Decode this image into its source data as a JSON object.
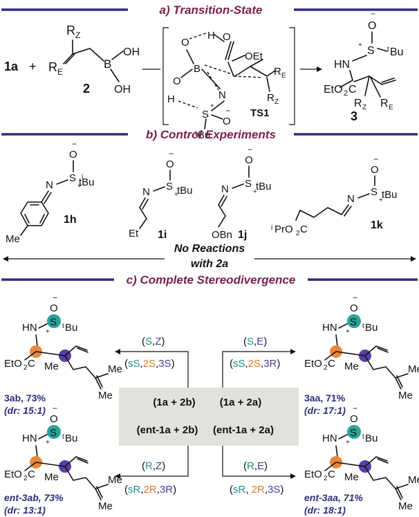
{
  "headers": {
    "a": "a) Transition-State",
    "b": "b) Control Experiments",
    "c": "c) Complete Stereodivergence"
  },
  "section_a": {
    "reactant_1": "1a",
    "plus": "+",
    "reactant_2_label": "2",
    "ts_label": "TS1",
    "product_label": "3",
    "groups": {
      "rz": "R",
      "rz_sub": "Z",
      "re": "R",
      "re_sub": "E",
      "oet": "OEt",
      "tbu": "Bu",
      "tbu_sup": "t",
      "oh": "OH"
    }
  },
  "section_b": {
    "compounds": [
      "1h",
      "1i",
      "1j",
      "1k"
    ],
    "substituents": {
      "me": "Me",
      "et": "Et",
      "obn": "OBn",
      "iprco2": "PrO",
      "ipr_sup": "i"
    },
    "no_reaction": "No Reactions",
    "with": "with 2a"
  },
  "section_c": {
    "top_left_cond": [
      "(S,Z)",
      "(sS,2S,3S)"
    ],
    "top_right_cond": [
      "(S,E)",
      "(sS,2S,3R)"
    ],
    "bottom_left_cond": [
      "(R,Z)",
      "(sR,2R,3R)"
    ],
    "bottom_right_cond": [
      "(R,E)",
      "(sR,2R,3S)"
    ],
    "box_top_left": "(1a + 2b)",
    "box_top_right": "(1a + 2a)",
    "box_bottom_left": "(ent-1a + 2b)",
    "box_bottom_right": "(ent-1a + 2a)",
    "products": {
      "tl": {
        "name": "3ab, 73%",
        "dr": "(dr: 15:1)"
      },
      "tr": {
        "name": "3aa, 71%",
        "dr": "(dr: 17:1)"
      },
      "bl": {
        "name": "ent-3ab, 73%",
        "dr": "(dr: 13:1)"
      },
      "br": {
        "name": "ent-3aa, 71%",
        "dr": "(dr: 18:1)"
      }
    }
  }
}
